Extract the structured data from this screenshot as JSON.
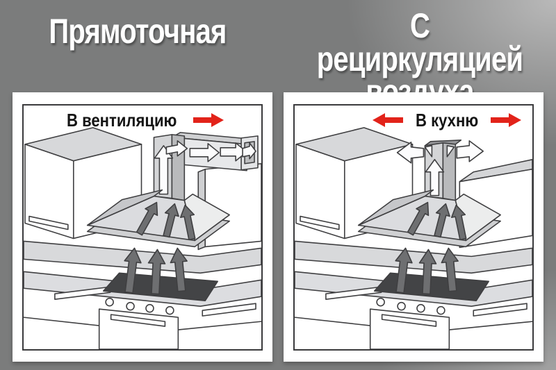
{
  "header": {
    "left_title": "Прямоточная",
    "right_title_line1": "С рециркуляцией",
    "right_title_line2": "воздуха"
  },
  "panels": {
    "ducted": {
      "label": "В вентиляцию",
      "flow_arrow_icon": "red-arrow-right"
    },
    "recirculating": {
      "label": "В кухню",
      "flow_arrow_icons": [
        "red-arrow-left",
        "red-arrow-right"
      ]
    }
  },
  "colors": {
    "background_gray": "#7b7c7c",
    "panel_white": "#ffffff",
    "accent_red": "#e2231a",
    "line_dark": "#3f3f41",
    "fill_light_gray": "#d8d9db",
    "steam_arrow_gray": "#6e6f71",
    "cooktop_dark": "#434446",
    "title_white": "#ffffff"
  }
}
